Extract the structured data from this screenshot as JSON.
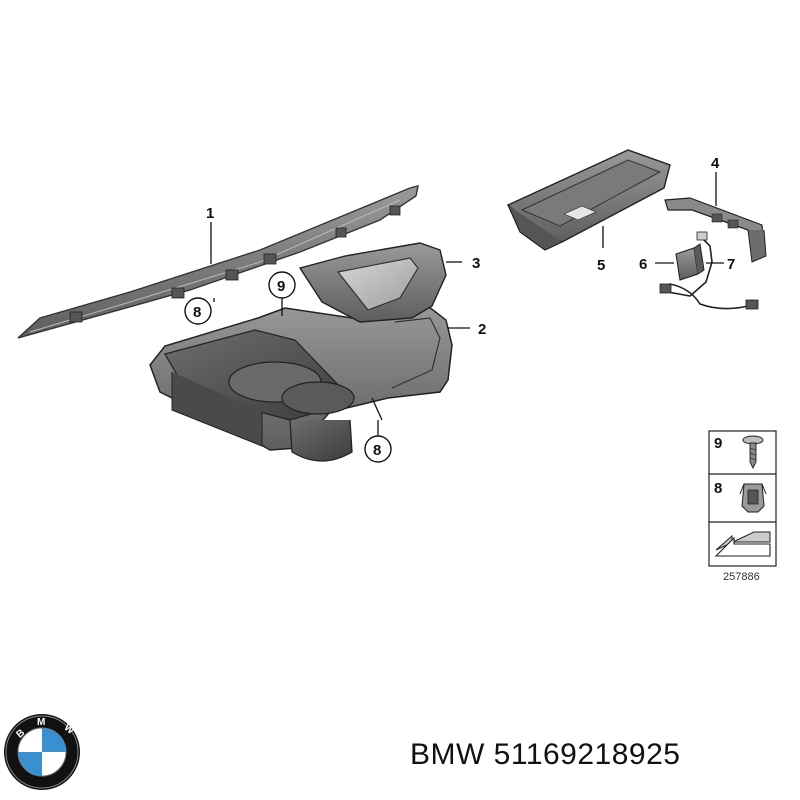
{
  "callouts": {
    "c1": "1",
    "c2": "2",
    "c3": "3",
    "c4": "4",
    "c5": "5",
    "c6": "6",
    "c7": "7",
    "c8a": "8",
    "c8b": "8",
    "c9": "9"
  },
  "legend": {
    "row1": "9",
    "row2": "8",
    "ref_number": "257886"
  },
  "caption": {
    "brand": "BMW",
    "part_number": "51169218925"
  },
  "logo": {
    "letters": "BMW",
    "colors": {
      "ring": "#111111",
      "blue": "#3a8fd0",
      "white": "#ffffff"
    }
  }
}
